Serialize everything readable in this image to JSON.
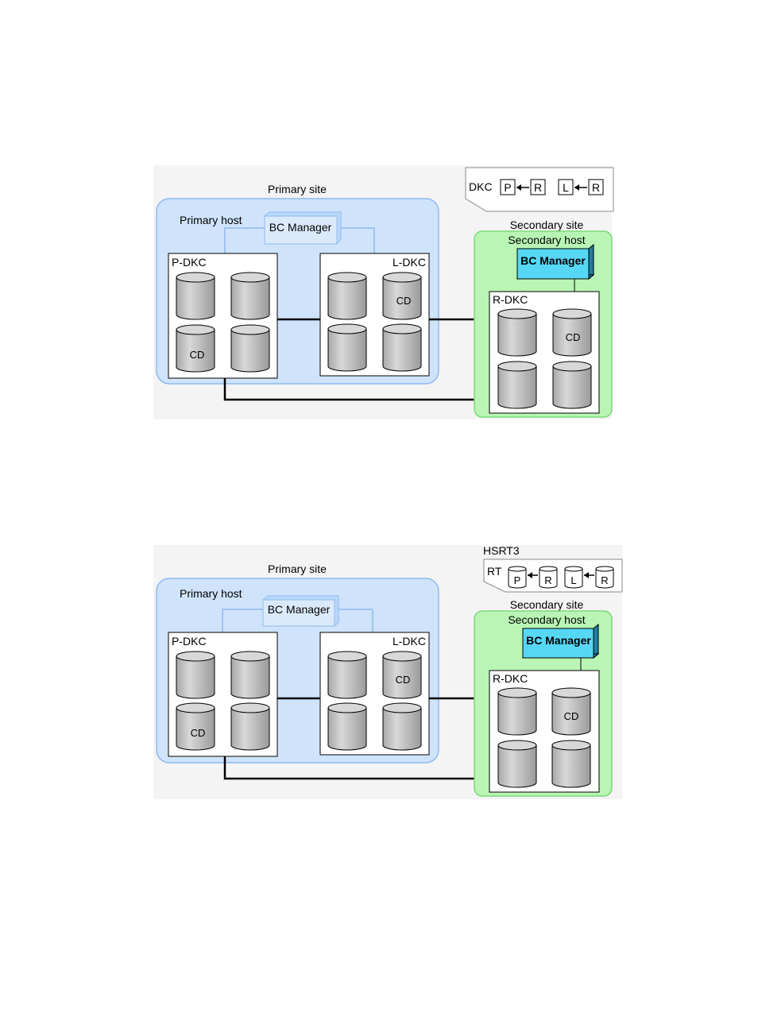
{
  "diagrams": [
    {
      "primary_site_label": "Primary site",
      "primary_host_label": "Primary host",
      "primary_bc_manager": "BC Manager",
      "pdkc_label": "P-DKC",
      "ldkc_label": "L-DKC",
      "secondary_site_label": "Secondary site",
      "secondary_host_label": "Secondary host",
      "secondary_bc_manager": "BC Manager",
      "rdkc_label": "R-DKC",
      "cd_label": "CD",
      "legend": {
        "title": "",
        "tag": "DKC",
        "pair1_from": "P",
        "pair1_to": "R",
        "pair2_from": "L",
        "pair2_to": "R"
      }
    },
    {
      "primary_site_label": "Primary site",
      "primary_host_label": "Primary host",
      "primary_bc_manager": "BC Manager",
      "pdkc_label": "P-DKC",
      "ldkc_label": "L-DKC",
      "secondary_site_label": "Secondary site",
      "secondary_host_label": "Secondary host",
      "secondary_bc_manager": "BC Manager",
      "rdkc_label": "R-DKC",
      "cd_label": "CD",
      "legend": {
        "title": "HSRT3",
        "tag": "RT",
        "pair1_from": "P",
        "pair1_to": "R",
        "pair2_from": "L",
        "pair2_to": "R"
      }
    }
  ],
  "colors": {
    "primary_site_fill": "#cfe3fb",
    "primary_site_stroke": "#8fbaf0",
    "secondary_site_fill": "#b9f5b5",
    "secondary_site_stroke": "#7fd87a",
    "bc_manager_secondary_fill": "#56d8f5",
    "cylinder_fill": "#c4c4c4"
  }
}
